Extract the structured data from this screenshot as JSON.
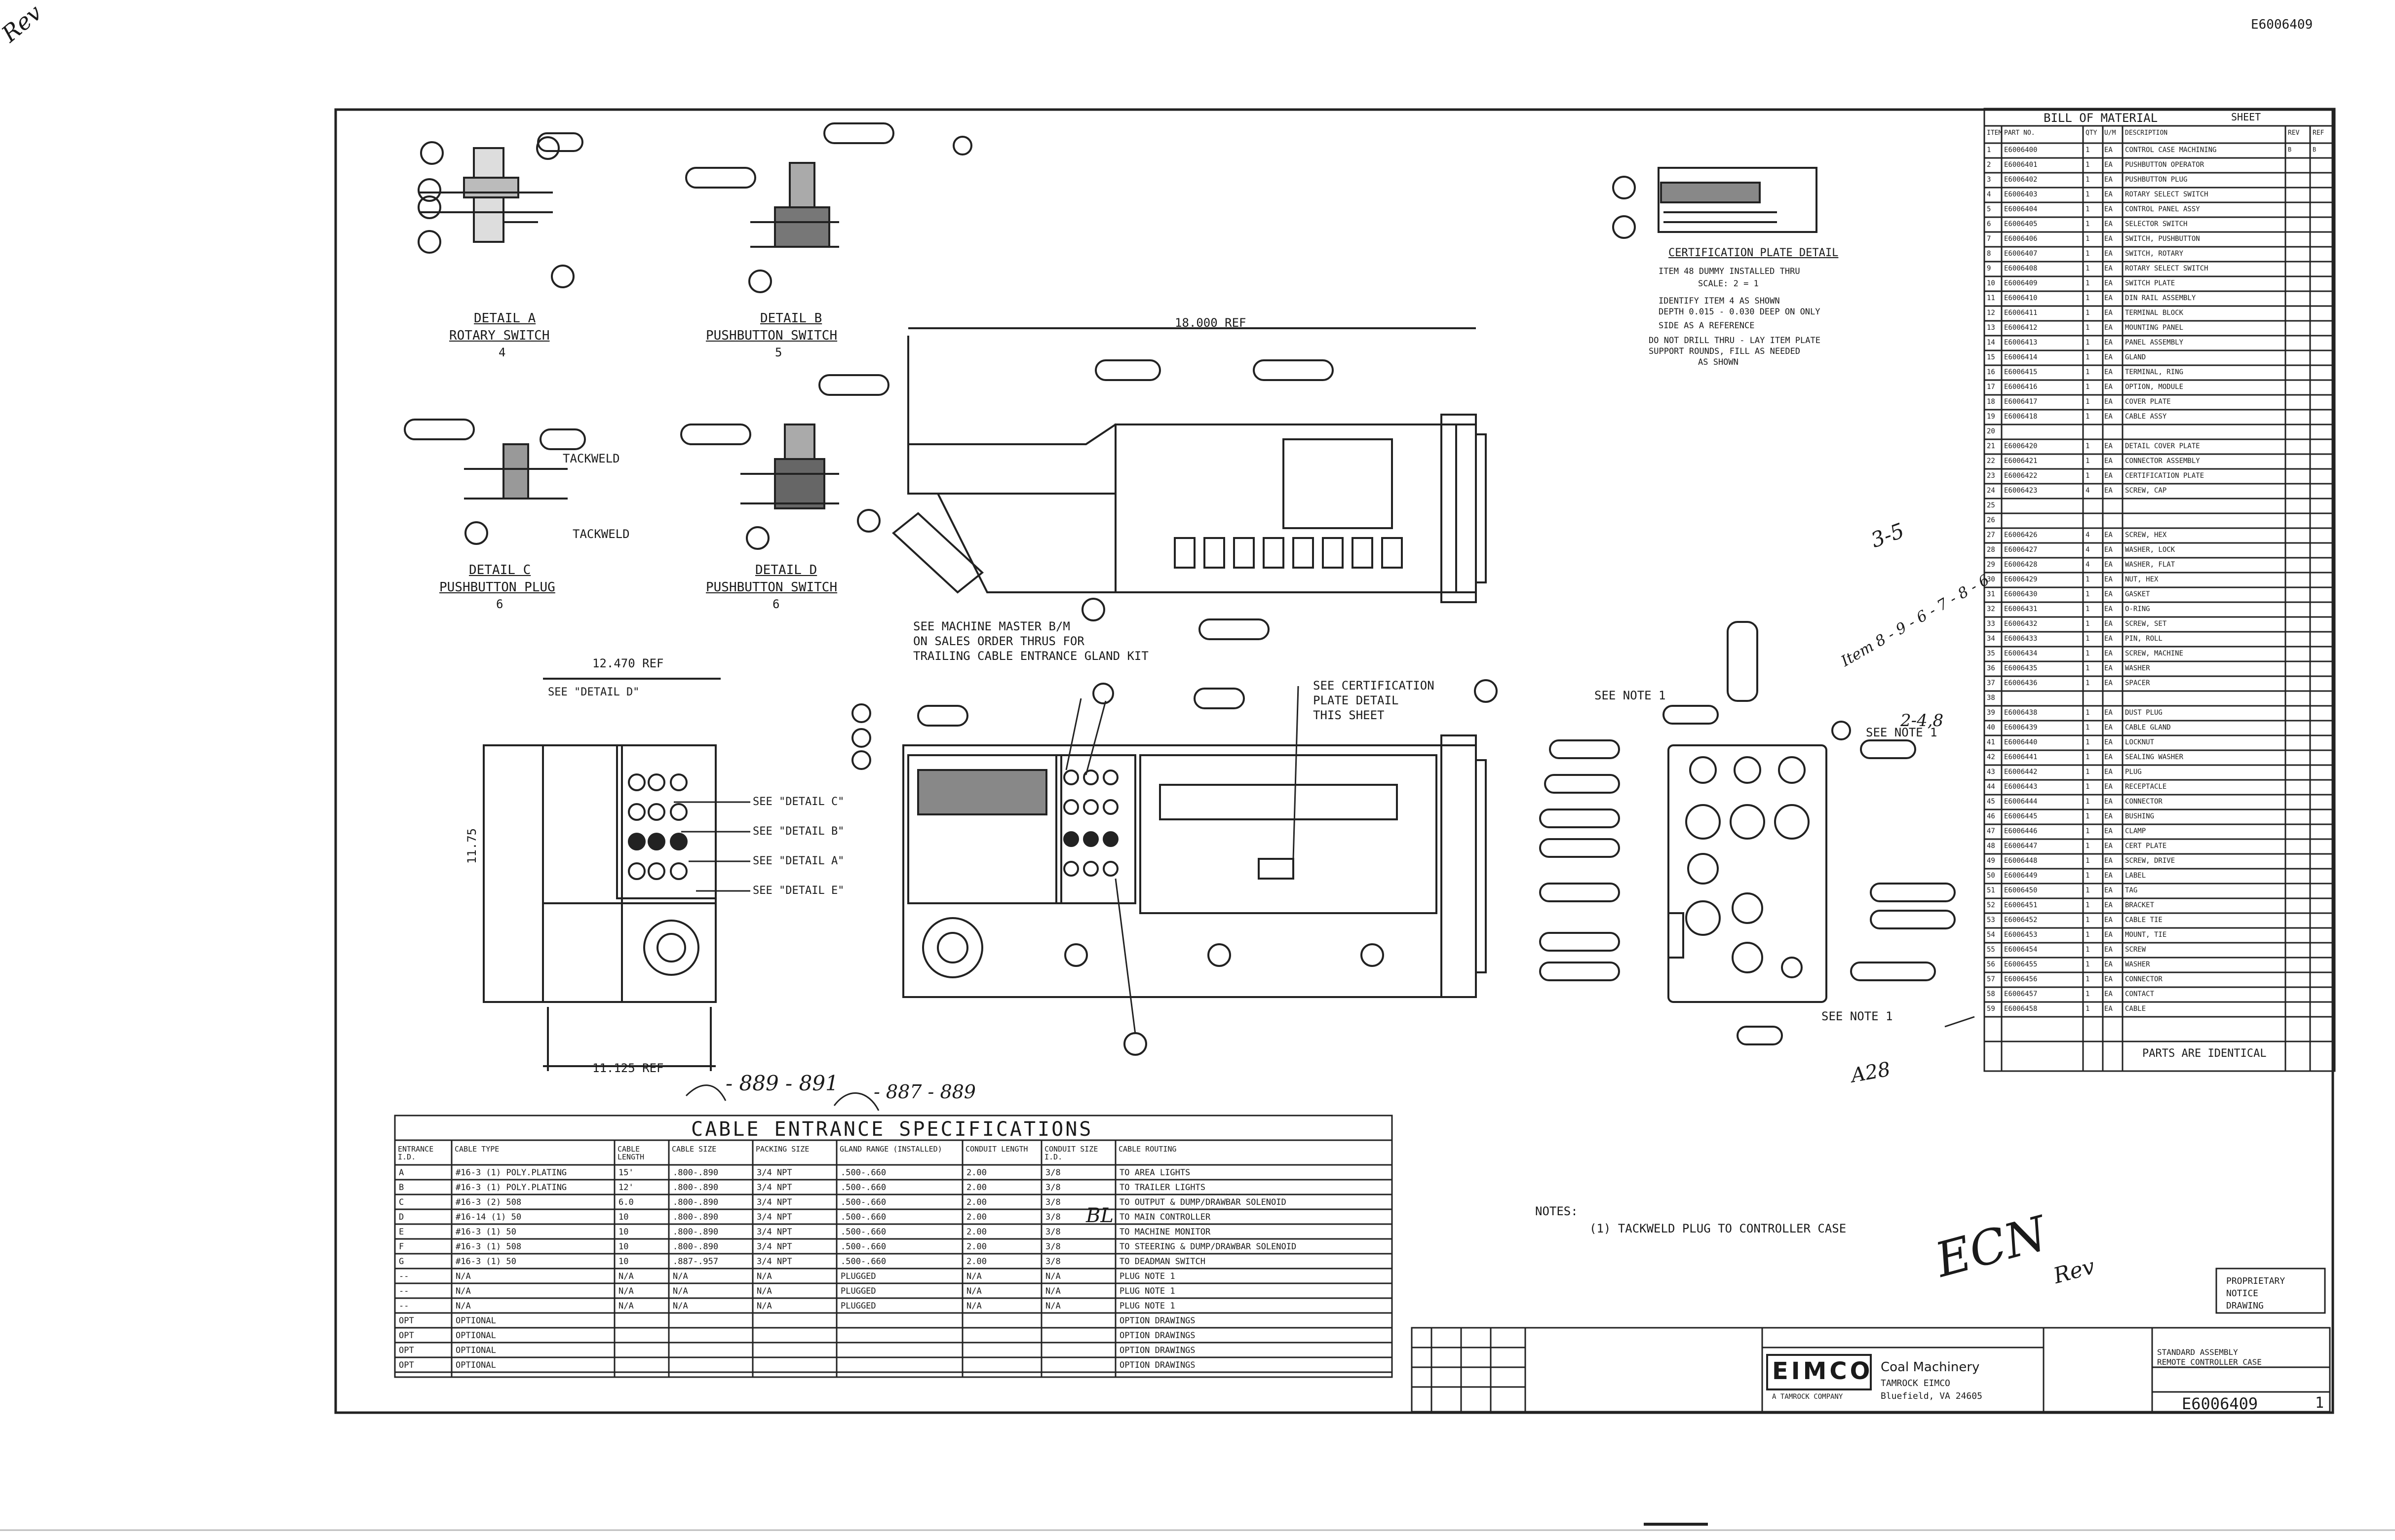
{
  "sheet": {
    "doc_number": "E6006409",
    "corner_mark": "Rev"
  },
  "details": {
    "a": {
      "title": "DETAIL A",
      "sub": "ROTARY SWITCH",
      "item": "4"
    },
    "b": {
      "title": "DETAIL B",
      "sub": "PUSHBUTTON SWITCH",
      "item": "5"
    },
    "c": {
      "title": "DETAIL C",
      "sub": "PUSHBUTTON PLUG",
      "item": "6",
      "tackweld": "TACKWELD"
    },
    "d": {
      "title": "DETAIL D",
      "sub": "PUSHBUTTON SWITCH",
      "item": "6"
    }
  },
  "callouts": {
    "top_dim": "18.000 REF",
    "see_machine": [
      "SEE MACHINE MASTER B/M",
      "ON SALES ORDER THRUS FOR",
      "TRAILING CABLE ENTRANCE GLAND KIT"
    ],
    "left_top_dim": "12.470 REF",
    "left_bottom_dim": "11.125 REF",
    "side_dim": "11.75",
    "see_detail_d": "SEE \"DETAIL D\"",
    "see_detail_c": "SEE \"DETAIL C\"",
    "see_detail_b": "SEE \"DETAIL B\"",
    "see_detail_a": "SEE \"DETAIL A\"",
    "see_detail_e": "SEE \"DETAIL E\"",
    "see_certification": [
      "SEE CERTIFICATION",
      "PLATE DETAIL",
      "THIS SHEET"
    ],
    "see_note_1": "SEE NOTE 1",
    "see_note_1b": "SEE NOTE 1",
    "see_note_1c": "SEE NOTE 1",
    "cert_plate_title": "CERTIFICATION PLATE DETAIL",
    "cert_plate_notes": [
      "ITEM 48 DUMMY INSTALLED THRU",
      "SCALE: 2 = 1",
      "IDENTIFY ITEM 4 AS SHOWN",
      "DEPTH 0.015 - 0.030 DEEP ON ONLY",
      "SIDE AS A REFERENCE",
      "DO NOT DRILL THRU - LAY ITEM PLATE",
      "SUPPORT ROUNDS, FILL AS NEEDED",
      "AS SHOWN"
    ],
    "notes_title": "NOTES:",
    "notes": [
      "(1) TACKWELD PLUG TO CONTROLLER CASE"
    ]
  },
  "handwriting": {
    "h1": "- 889 - 891",
    "h2": "- 887 - 889",
    "h3": "BL",
    "h4": "Item 8 - 9 - 6 - 7 - 8 - 6",
    "h5": "3-5",
    "h6": "2-4,8",
    "h7": "ECN",
    "h8": "Rev",
    "h9": "A28"
  },
  "cable_table": {
    "title": "CABLE ENTRANCE SPECIFICATIONS",
    "headers": [
      "ENTRANCE I.D.",
      "CABLE TYPE",
      "CABLE LENGTH",
      "CABLE SIZE",
      "PACKING SIZE",
      "GLAND RANGE (INSTALLED)",
      "CONDUIT LENGTH",
      "CONDUIT SIZE I.D.",
      "CABLE ROUTING"
    ],
    "rows": [
      [
        "A",
        "#16-3 (1) POLY.PLATING",
        "15'",
        ".800-.890",
        "3/4 NPT",
        ".500-.660",
        "2.00",
        "3/8",
        "TO AREA LIGHTS"
      ],
      [
        "B",
        "#16-3 (1) POLY.PLATING",
        "12'",
        ".800-.890",
        "3/4 NPT",
        ".500-.660",
        "2.00",
        "3/8",
        "TO TRAILER LIGHTS"
      ],
      [
        "C",
        "#16-3 (2) 508",
        "6.0",
        ".800-.890",
        "3/4 NPT",
        ".500-.660",
        "2.00",
        "3/8",
        "TO OUTPUT & DUMP/DRAWBAR SOLENOID"
      ],
      [
        "D",
        "#16-14 (1) 50",
        "10",
        ".800-.890",
        "3/4 NPT",
        ".500-.660",
        "2.00",
        "3/8",
        "TO MAIN CONTROLLER"
      ],
      [
        "E",
        "#16-3 (1) 50",
        "10",
        ".800-.890",
        "3/4 NPT",
        ".500-.660",
        "2.00",
        "3/8",
        "TO MACHINE MONITOR"
      ],
      [
        "F",
        "#16-3 (1) 508",
        "10",
        ".800-.890",
        "3/4 NPT",
        ".500-.660",
        "2.00",
        "3/8",
        "TO STEERING & DUMP/DRAWBAR SOLENOID"
      ],
      [
        "G",
        "#16-3 (1) 50",
        "10",
        ".887-.957",
        "3/4 NPT",
        ".500-.660",
        "2.00",
        "3/8",
        "TO DEADMAN SWITCH"
      ],
      [
        "--",
        "N/A",
        "N/A",
        "N/A",
        "N/A",
        "PLUGGED",
        "N/A",
        "N/A",
        "PLUG NOTE 1"
      ],
      [
        "--",
        "N/A",
        "N/A",
        "N/A",
        "N/A",
        "PLUGGED",
        "N/A",
        "N/A",
        "PLUG NOTE 1"
      ],
      [
        "--",
        "N/A",
        "N/A",
        "N/A",
        "N/A",
        "PLUGGED",
        "N/A",
        "N/A",
        "PLUG NOTE 1"
      ],
      [
        "OPT",
        "OPTIONAL",
        "",
        "",
        "",
        "",
        "",
        "",
        "OPTION DRAWINGS"
      ],
      [
        "OPT",
        "OPTIONAL",
        "",
        "",
        "",
        "",
        "",
        "",
        "OPTION DRAWINGS"
      ],
      [
        "OPT",
        "OPTIONAL",
        "",
        "",
        "",
        "",
        "",
        "",
        "OPTION DRAWINGS"
      ],
      [
        "OPT",
        "OPTIONAL",
        "",
        "",
        "",
        "",
        "",
        "",
        "OPTION DRAWINGS"
      ]
    ]
  },
  "bom": {
    "title": "BILL OF MATERIAL",
    "sheet": "SHEET",
    "headers": [
      "ITEM",
      "PART NO.",
      "QTY",
      "U/M",
      "DESCRIPTION",
      "REV",
      "REF"
    ],
    "rows": [
      [
        "1",
        "E6006400",
        "1",
        "EA",
        "CONTROL CASE MACHINING",
        "B",
        "B"
      ],
      [
        "2",
        "E6006401",
        "1",
        "EA",
        "PUSHBUTTON OPERATOR",
        "",
        ""
      ],
      [
        "3",
        "E6006402",
        "1",
        "EA",
        "PUSHBUTTON PLUG",
        "",
        ""
      ],
      [
        "4",
        "E6006403",
        "1",
        "EA",
        "ROTARY SELECT SWITCH",
        "",
        ""
      ],
      [
        "5",
        "E6006404",
        "1",
        "EA",
        "CONTROL PANEL ASSY",
        "",
        ""
      ],
      [
        "6",
        "E6006405",
        "1",
        "EA",
        "SELECTOR SWITCH",
        "",
        ""
      ],
      [
        "7",
        "E6006406",
        "1",
        "EA",
        "SWITCH, PUSHBUTTON",
        "",
        ""
      ],
      [
        "8",
        "E6006407",
        "1",
        "EA",
        "SWITCH, ROTARY",
        "",
        ""
      ],
      [
        "9",
        "E6006408",
        "1",
        "EA",
        "ROTARY SELECT SWITCH",
        "",
        ""
      ],
      [
        "10",
        "E6006409",
        "1",
        "EA",
        "SWITCH PLATE",
        "",
        ""
      ],
      [
        "11",
        "E6006410",
        "1",
        "EA",
        "DIN RAIL ASSEMBLY",
        "",
        ""
      ],
      [
        "12",
        "E6006411",
        "1",
        "EA",
        "TERMINAL BLOCK",
        "",
        ""
      ],
      [
        "13",
        "E6006412",
        "1",
        "EA",
        "MOUNTING PANEL",
        "",
        ""
      ],
      [
        "14",
        "E6006413",
        "1",
        "EA",
        "PANEL ASSEMBLY",
        "",
        ""
      ],
      [
        "15",
        "E6006414",
        "1",
        "EA",
        "GLAND",
        "",
        ""
      ],
      [
        "16",
        "E6006415",
        "1",
        "EA",
        "TERMINAL, RING",
        "",
        ""
      ],
      [
        "17",
        "E6006416",
        "1",
        "EA",
        "OPTION, MODULE",
        "",
        ""
      ],
      [
        "18",
        "E6006417",
        "1",
        "EA",
        "COVER PLATE",
        "",
        ""
      ],
      [
        "19",
        "E6006418",
        "1",
        "EA",
        "CABLE ASSY",
        "",
        ""
      ],
      [
        "20",
        "",
        "",
        "",
        "",
        "",
        ""
      ],
      [
        "21",
        "E6006420",
        "1",
        "EA",
        "DETAIL COVER PLATE",
        "",
        ""
      ],
      [
        "22",
        "E6006421",
        "1",
        "EA",
        "CONNECTOR ASSEMBLY",
        "",
        ""
      ],
      [
        "23",
        "E6006422",
        "1",
        "EA",
        "CERTIFICATION PLATE",
        "",
        ""
      ],
      [
        "24",
        "E6006423",
        "4",
        "EA",
        "SCREW, CAP",
        "",
        ""
      ],
      [
        "25",
        "",
        "",
        "",
        "",
        "",
        ""
      ],
      [
        "26",
        "",
        "",
        "",
        "",
        "",
        ""
      ],
      [
        "27",
        "E6006426",
        "4",
        "EA",
        "SCREW, HEX",
        "",
        ""
      ],
      [
        "28",
        "E6006427",
        "4",
        "EA",
        "WASHER, LOCK",
        "",
        ""
      ],
      [
        "29",
        "E6006428",
        "4",
        "EA",
        "WASHER, FLAT",
        "",
        ""
      ],
      [
        "30",
        "E6006429",
        "1",
        "EA",
        "NUT, HEX",
        "",
        ""
      ],
      [
        "31",
        "E6006430",
        "1",
        "EA",
        "GASKET",
        "",
        ""
      ],
      [
        "32",
        "E6006431",
        "1",
        "EA",
        "O-RING",
        "",
        ""
      ],
      [
        "33",
        "E6006432",
        "1",
        "EA",
        "SCREW, SET",
        "",
        ""
      ],
      [
        "34",
        "E6006433",
        "1",
        "EA",
        "PIN, ROLL",
        "",
        ""
      ],
      [
        "35",
        "E6006434",
        "1",
        "EA",
        "SCREW, MACHINE",
        "",
        ""
      ],
      [
        "36",
        "E6006435",
        "1",
        "EA",
        "WASHER",
        "",
        ""
      ],
      [
        "37",
        "E6006436",
        "1",
        "EA",
        "SPACER",
        "",
        ""
      ],
      [
        "38",
        "",
        "",
        "",
        "",
        "",
        ""
      ],
      [
        "39",
        "E6006438",
        "1",
        "EA",
        "DUST PLUG",
        "",
        ""
      ],
      [
        "40",
        "E6006439",
        "1",
        "EA",
        "CABLE GLAND",
        "",
        ""
      ],
      [
        "41",
        "E6006440",
        "1",
        "EA",
        "LOCKNUT",
        "",
        ""
      ],
      [
        "42",
        "E6006441",
        "1",
        "EA",
        "SEALING WASHER",
        "",
        ""
      ],
      [
        "43",
        "E6006442",
        "1",
        "EA",
        "PLUG",
        "",
        ""
      ],
      [
        "44",
        "E6006443",
        "1",
        "EA",
        "RECEPTACLE",
        "",
        ""
      ],
      [
        "45",
        "E6006444",
        "1",
        "EA",
        "CONNECTOR",
        "",
        ""
      ],
      [
        "46",
        "E6006445",
        "1",
        "EA",
        "BUSHING",
        "",
        ""
      ],
      [
        "47",
        "E6006446",
        "1",
        "EA",
        "CLAMP",
        "",
        ""
      ],
      [
        "48",
        "E6006447",
        "1",
        "EA",
        "CERT PLATE",
        "",
        ""
      ],
      [
        "49",
        "E6006448",
        "1",
        "EA",
        "SCREW, DRIVE",
        "",
        ""
      ],
      [
        "50",
        "E6006449",
        "1",
        "EA",
        "LABEL",
        "",
        ""
      ],
      [
        "51",
        "E6006450",
        "1",
        "EA",
        "TAG",
        "",
        ""
      ],
      [
        "52",
        "E6006451",
        "1",
        "EA",
        "BRACKET",
        "",
        ""
      ],
      [
        "53",
        "E6006452",
        "1",
        "EA",
        "CABLE TIE",
        "",
        ""
      ],
      [
        "54",
        "E6006453",
        "1",
        "EA",
        "MOUNT, TIE",
        "",
        ""
      ],
      [
        "55",
        "E6006454",
        "1",
        "EA",
        "SCREW",
        "",
        ""
      ],
      [
        "56",
        "E6006455",
        "1",
        "EA",
        "WASHER",
        "",
        ""
      ],
      [
        "57",
        "E6006456",
        "1",
        "EA",
        "CONNECTOR",
        "",
        ""
      ],
      [
        "58",
        "E6006457",
        "1",
        "EA",
        "CONTACT",
        "",
        ""
      ],
      [
        "59",
        "E6006458",
        "1",
        "EA",
        "CABLE",
        "",
        ""
      ]
    ],
    "footer": "PARTS ARE IDENTICAL"
  },
  "title_block": {
    "company": "EIMCO",
    "company_tag": "A TAMROCK COMPANY",
    "division": [
      "Coal Machinery",
      "TAMROCK EIMCO",
      "Bluefield, VA 24605"
    ],
    "drawing_title": [
      "STANDARD ASSEMBLY",
      "REMOTE CONTROLLER CASE"
    ],
    "dwg_no": "E6006409",
    "sheet_no": "1",
    "stamp": [
      "PROPRIETARY",
      "NOTICE",
      "DRAWING"
    ]
  }
}
